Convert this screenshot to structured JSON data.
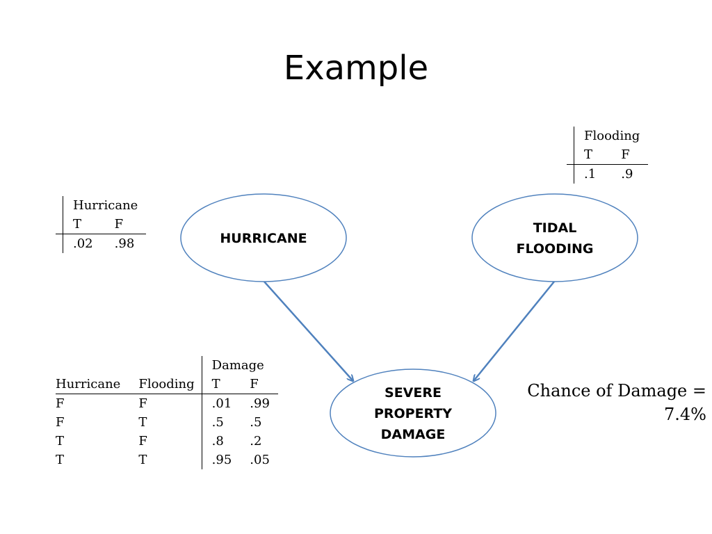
{
  "slide": {
    "title": "Example"
  },
  "colors": {
    "node_stroke": "#4f81bd",
    "arrow": "#4f81bd"
  },
  "nodes": {
    "hurricane": {
      "lines": [
        "HURRICANE"
      ]
    },
    "tidal_flooding": {
      "lines": [
        "TIDAL",
        "FLOODING"
      ]
    },
    "severe_damage": {
      "lines": [
        "SEVERE",
        "PROPERTY",
        "DAMAGE"
      ]
    }
  },
  "edges": [
    {
      "from": "hurricane",
      "to": "severe_damage"
    },
    {
      "from": "tidal_flooding",
      "to": "severe_damage"
    }
  ],
  "cpt_hurricane": {
    "variable": "Hurricane",
    "states": [
      "T",
      "F"
    ],
    "probs": [
      ".02",
      ".98"
    ]
  },
  "cpt_flooding": {
    "variable": "Flooding",
    "states": [
      "T",
      "F"
    ],
    "probs": [
      ".1",
      ".9"
    ]
  },
  "cpt_damage": {
    "parents": [
      "Hurricane",
      "Flooding"
    ],
    "variable": "Damage",
    "states": [
      "T",
      "F"
    ],
    "rows": [
      {
        "hurricane": "F",
        "flooding": "F",
        "t": ".01",
        "f": ".99"
      },
      {
        "hurricane": "F",
        "flooding": "T",
        "t": ".5",
        "f": ".5"
      },
      {
        "hurricane": "T",
        "flooding": "F",
        "t": ".8",
        "f": ".2"
      },
      {
        "hurricane": "T",
        "flooding": "T",
        "t": ".95",
        "f": ".05"
      }
    ]
  },
  "result": {
    "label": "Chance of Damage =",
    "value": "7.4%"
  }
}
